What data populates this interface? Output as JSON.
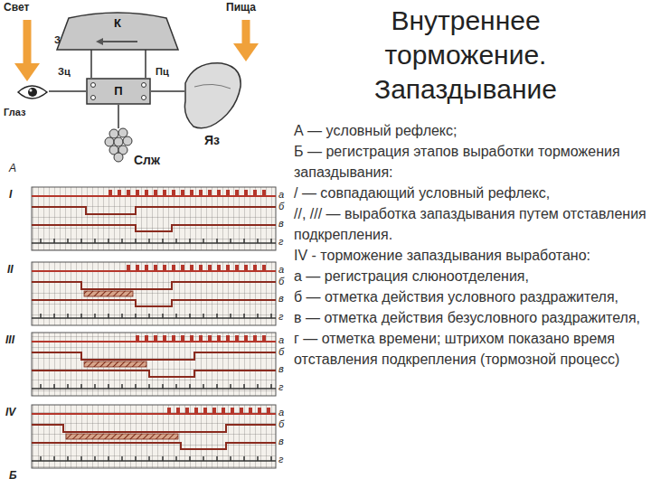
{
  "diagram": {
    "title": "Внутреннее торможение. Запаздывание",
    "nodes": [
      {
        "text": [
          "К"
        ]
      },
      {
        "text": [
          "П"
        ]
      }
    ],
    "edges": [
      {
        "from": 0,
        "to": 1,
        "arrow": "none"
      },
      {
        "from": 0,
        "to": 1,
        "arrow": "none"
      }
    ],
    "labels": [
      "Свет",
      "Пища",
      "Зц",
      "Пц",
      "Зц",
      "Пц",
      "Глаз",
      "Яз",
      "Слж",
      "А",
      "I",
      "а",
      "б",
      "в",
      "г",
      "II",
      "а",
      "б",
      "в",
      "г",
      "III",
      "а",
      "б",
      "в",
      "г",
      "IV",
      "а",
      "б",
      "в",
      "г",
      "Б",
      "А — условный рефлекс;",
      "Б — регистрация этапов выработки торможения запаздывания:",
      "/ — совпадающий условный рефлекс,",
      "//, /// — выработка запаздывания путем отставления подкрепления.",
      "IV - торможение запаздывания выработано:",
      "а — регистрация слюноотделения,",
      "б — отметка действия условного раздражителя,",
      "в — отметка действия безусловного раздражителя,",
      "г — отметка времени; штрихом показано время отставления подкрепления (тормозной процесс)"
    ]
  }
}
